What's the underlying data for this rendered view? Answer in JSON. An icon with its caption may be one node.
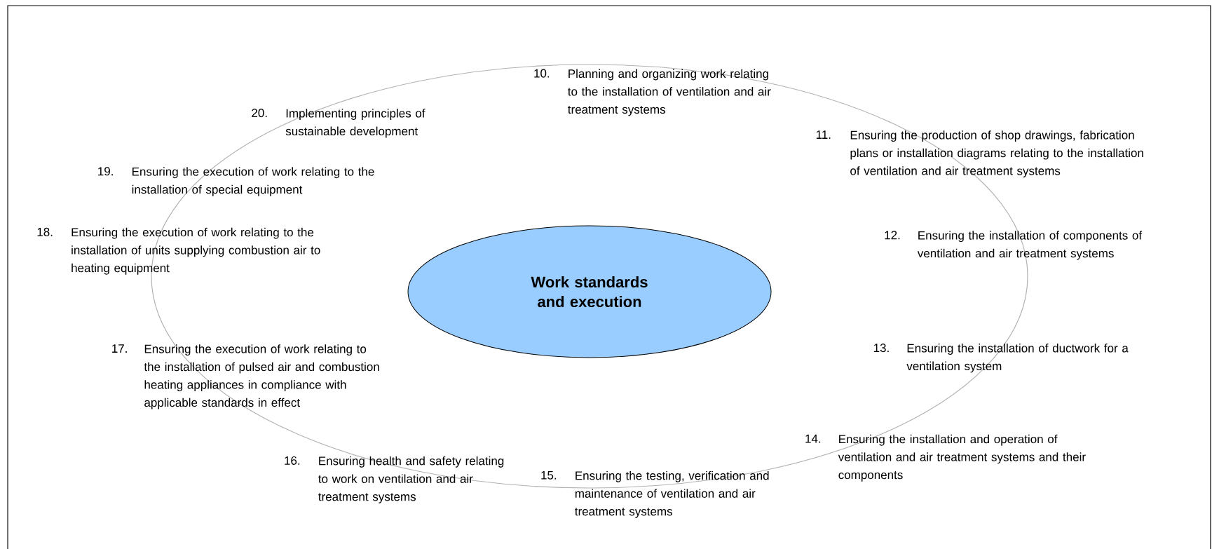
{
  "diagram": {
    "nodes": [
      {
        "text": [
          "Work standards and execution"
        ]
      }
    ],
    "labels": [
      "10.",
      "Planning and organizing work relating to the installation of ventilation and air treatment systems",
      "20.",
      "Implementing principles of sustainable development",
      "11.",
      "Ensuring the production of shop drawings, fabrication plans or installation diagrams relating to the installation of ventilation and air treatment systems",
      "19.",
      "Ensuring the execution of work relating to the installation of special equipment",
      "18.",
      "Ensuring the execution of work relating to the installation of units supplying combustion air to heating equipment",
      "12.",
      "Ensuring the installation of components of ventilation and air treatment systems",
      "17.",
      "Ensuring the execution of work relating to the installation of pulsed air and combustion heating appliances in compliance with applicable standards in effect",
      "13.",
      "Ensuring the installation of ductwork for a ventilation system",
      "14.",
      "Ensuring the installation and operation of ventilation and air treatment systems and their components",
      "16.",
      "Ensuring health and safety relating to work on ventilation and air treatment systems",
      "15.",
      "Ensuring the testing, verification and maintenance of ventilation and air treatment systems"
    ]
  }
}
